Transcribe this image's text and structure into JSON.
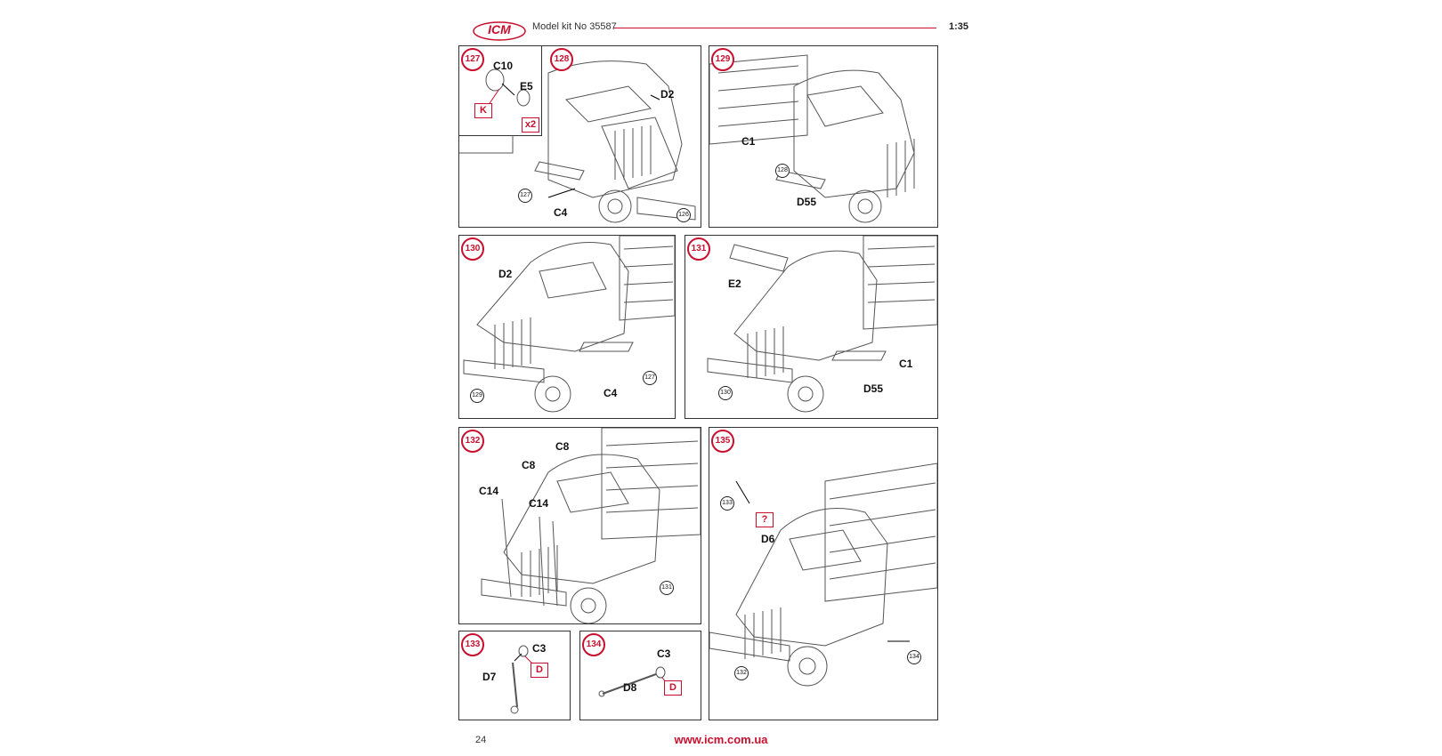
{
  "header": {
    "brand": "ICM",
    "model_kit": "Model kit No 35587",
    "scale": "1:35"
  },
  "panels": {
    "p127": {
      "step": "127",
      "parts": {
        "c10": "C10",
        "e5": "E5"
      },
      "boxes": {
        "k": "K",
        "x2": "x2"
      }
    },
    "p128": {
      "step": "128",
      "parts": {
        "d2": "D2",
        "c4": "C4"
      },
      "refs": {
        "r127": "127",
        "r126": "126"
      }
    },
    "p129": {
      "step": "129",
      "parts": {
        "c1": "C1",
        "d55": "D55"
      },
      "refs": {
        "r128": "128"
      }
    },
    "p130": {
      "step": "130",
      "parts": {
        "d2": "D2",
        "c4": "C4"
      },
      "refs": {
        "r127": "127",
        "r129": "129"
      }
    },
    "p131": {
      "step": "131",
      "parts": {
        "e2": "E2",
        "c1": "C1",
        "d55": "D55"
      },
      "refs": {
        "r130": "130"
      }
    },
    "p132": {
      "step": "132",
      "parts": {
        "c8a": "C8",
        "c8b": "C8",
        "c14a": "C14",
        "c14b": "C14"
      },
      "refs": {
        "r131": "131"
      }
    },
    "p135": {
      "step": "135",
      "parts": {
        "d6": "D6"
      },
      "boxes": {
        "q": "?"
      },
      "refs": {
        "r133": "133",
        "r134": "134",
        "r132": "132"
      }
    },
    "p133": {
      "step": "133",
      "parts": {
        "c3": "C3",
        "d7": "D7"
      },
      "boxes": {
        "d": "D"
      }
    },
    "p134": {
      "step": "134",
      "parts": {
        "c3": "C3",
        "d8": "D8"
      },
      "boxes": {
        "d": "D"
      }
    }
  },
  "footer": {
    "page_number": "24",
    "website": "www.icm.com.ua"
  },
  "colors": {
    "accent": "#c8102e",
    "line": "#333333"
  }
}
